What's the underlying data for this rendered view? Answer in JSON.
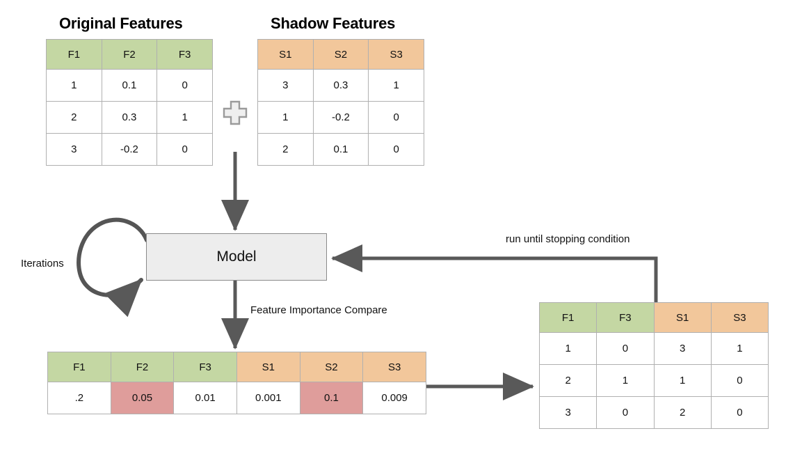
{
  "diagram": {
    "title_original": "Original Features",
    "title_shadow": "Shadow Features",
    "model_label": "Model",
    "iterations_label": "Iterations",
    "compare_label": "Feature Importance Compare",
    "stopping_label": "run until stopping condition",
    "plus_icon": "plus-icon",
    "colors": {
      "green": "#c4d7a3",
      "orange": "#f2c79b",
      "red": "#df9d9b",
      "box_fill": "#ededed",
      "box_border": "#8a8a8a",
      "arrow": "#595959",
      "cell_border": "#b0b0b0"
    }
  },
  "original_features": {
    "headers": [
      "F1",
      "F2",
      "F3"
    ],
    "header_color": "green",
    "rows": [
      [
        "1",
        "0.1",
        "0"
      ],
      [
        "2",
        "0.3",
        "1"
      ],
      [
        "3",
        "-0.2",
        "0"
      ]
    ]
  },
  "shadow_features": {
    "headers": [
      "S1",
      "S2",
      "S3"
    ],
    "header_color": "orange",
    "rows": [
      [
        "3",
        "0.3",
        "1"
      ],
      [
        "1",
        "-0.2",
        "0"
      ],
      [
        "2",
        "0.1",
        "0"
      ]
    ]
  },
  "importance_table": {
    "headers": [
      "F1",
      "F2",
      "F3",
      "S1",
      "S2",
      "S3"
    ],
    "header_colors": [
      "green",
      "green",
      "green",
      "orange",
      "orange",
      "orange"
    ],
    "values": [
      ".2",
      "0.05",
      "0.01",
      "0.001",
      "0.1",
      "0.009"
    ],
    "value_colors": [
      "white",
      "red",
      "white",
      "white",
      "red",
      "white"
    ]
  },
  "selected_table": {
    "headers": [
      "F1",
      "F3",
      "S1",
      "S3"
    ],
    "header_colors": [
      "green",
      "green",
      "orange",
      "orange"
    ],
    "rows": [
      [
        "1",
        "0",
        "3",
        "1"
      ],
      [
        "2",
        "1",
        "1",
        "0"
      ],
      [
        "3",
        "0",
        "2",
        "0"
      ]
    ]
  }
}
